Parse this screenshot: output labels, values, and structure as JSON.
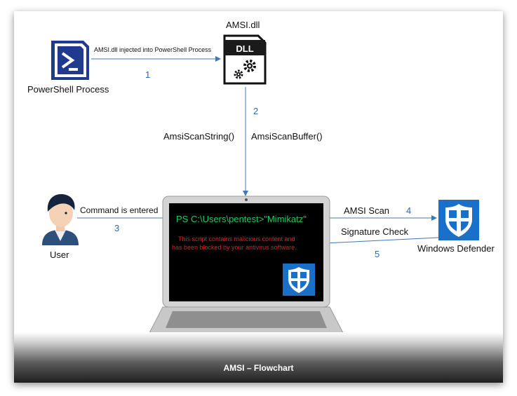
{
  "nodes": {
    "amsi_dll": "AMSI.dll",
    "dll_badge": "DLL",
    "powershell": "PowerShell Process",
    "user": "User",
    "defender": "Windows Defender"
  },
  "edges": {
    "inject_label": "AMSI.dll injected into PowerShell Process",
    "inject_num": "1",
    "scan_num": "2",
    "scan_string": "AmsiScanString()",
    "scan_buffer": "AmsiScanBuffer()",
    "command_label": "Command is entered",
    "command_num": "3",
    "amsi_scan": "AMSI Scan",
    "amsi_scan_num": "4",
    "signature_check": "Signature Check",
    "signature_num": "5"
  },
  "screen": {
    "prompt": "PS C:\\Users\\pentest>\"Mimikatz\"",
    "warning_line1": "This script contains malicious content and",
    "warning_line2": "has been blocked by your antivirus software."
  },
  "caption": "AMSI – Flowchart",
  "colors": {
    "powershell_blue": "#1f3a8f",
    "defender_blue": "#1a6fc9",
    "prompt_green": "#22c95a",
    "warning_red": "#e02020",
    "arrow_blue": "#3d78b8",
    "number_blue": "#2c6aa8"
  }
}
